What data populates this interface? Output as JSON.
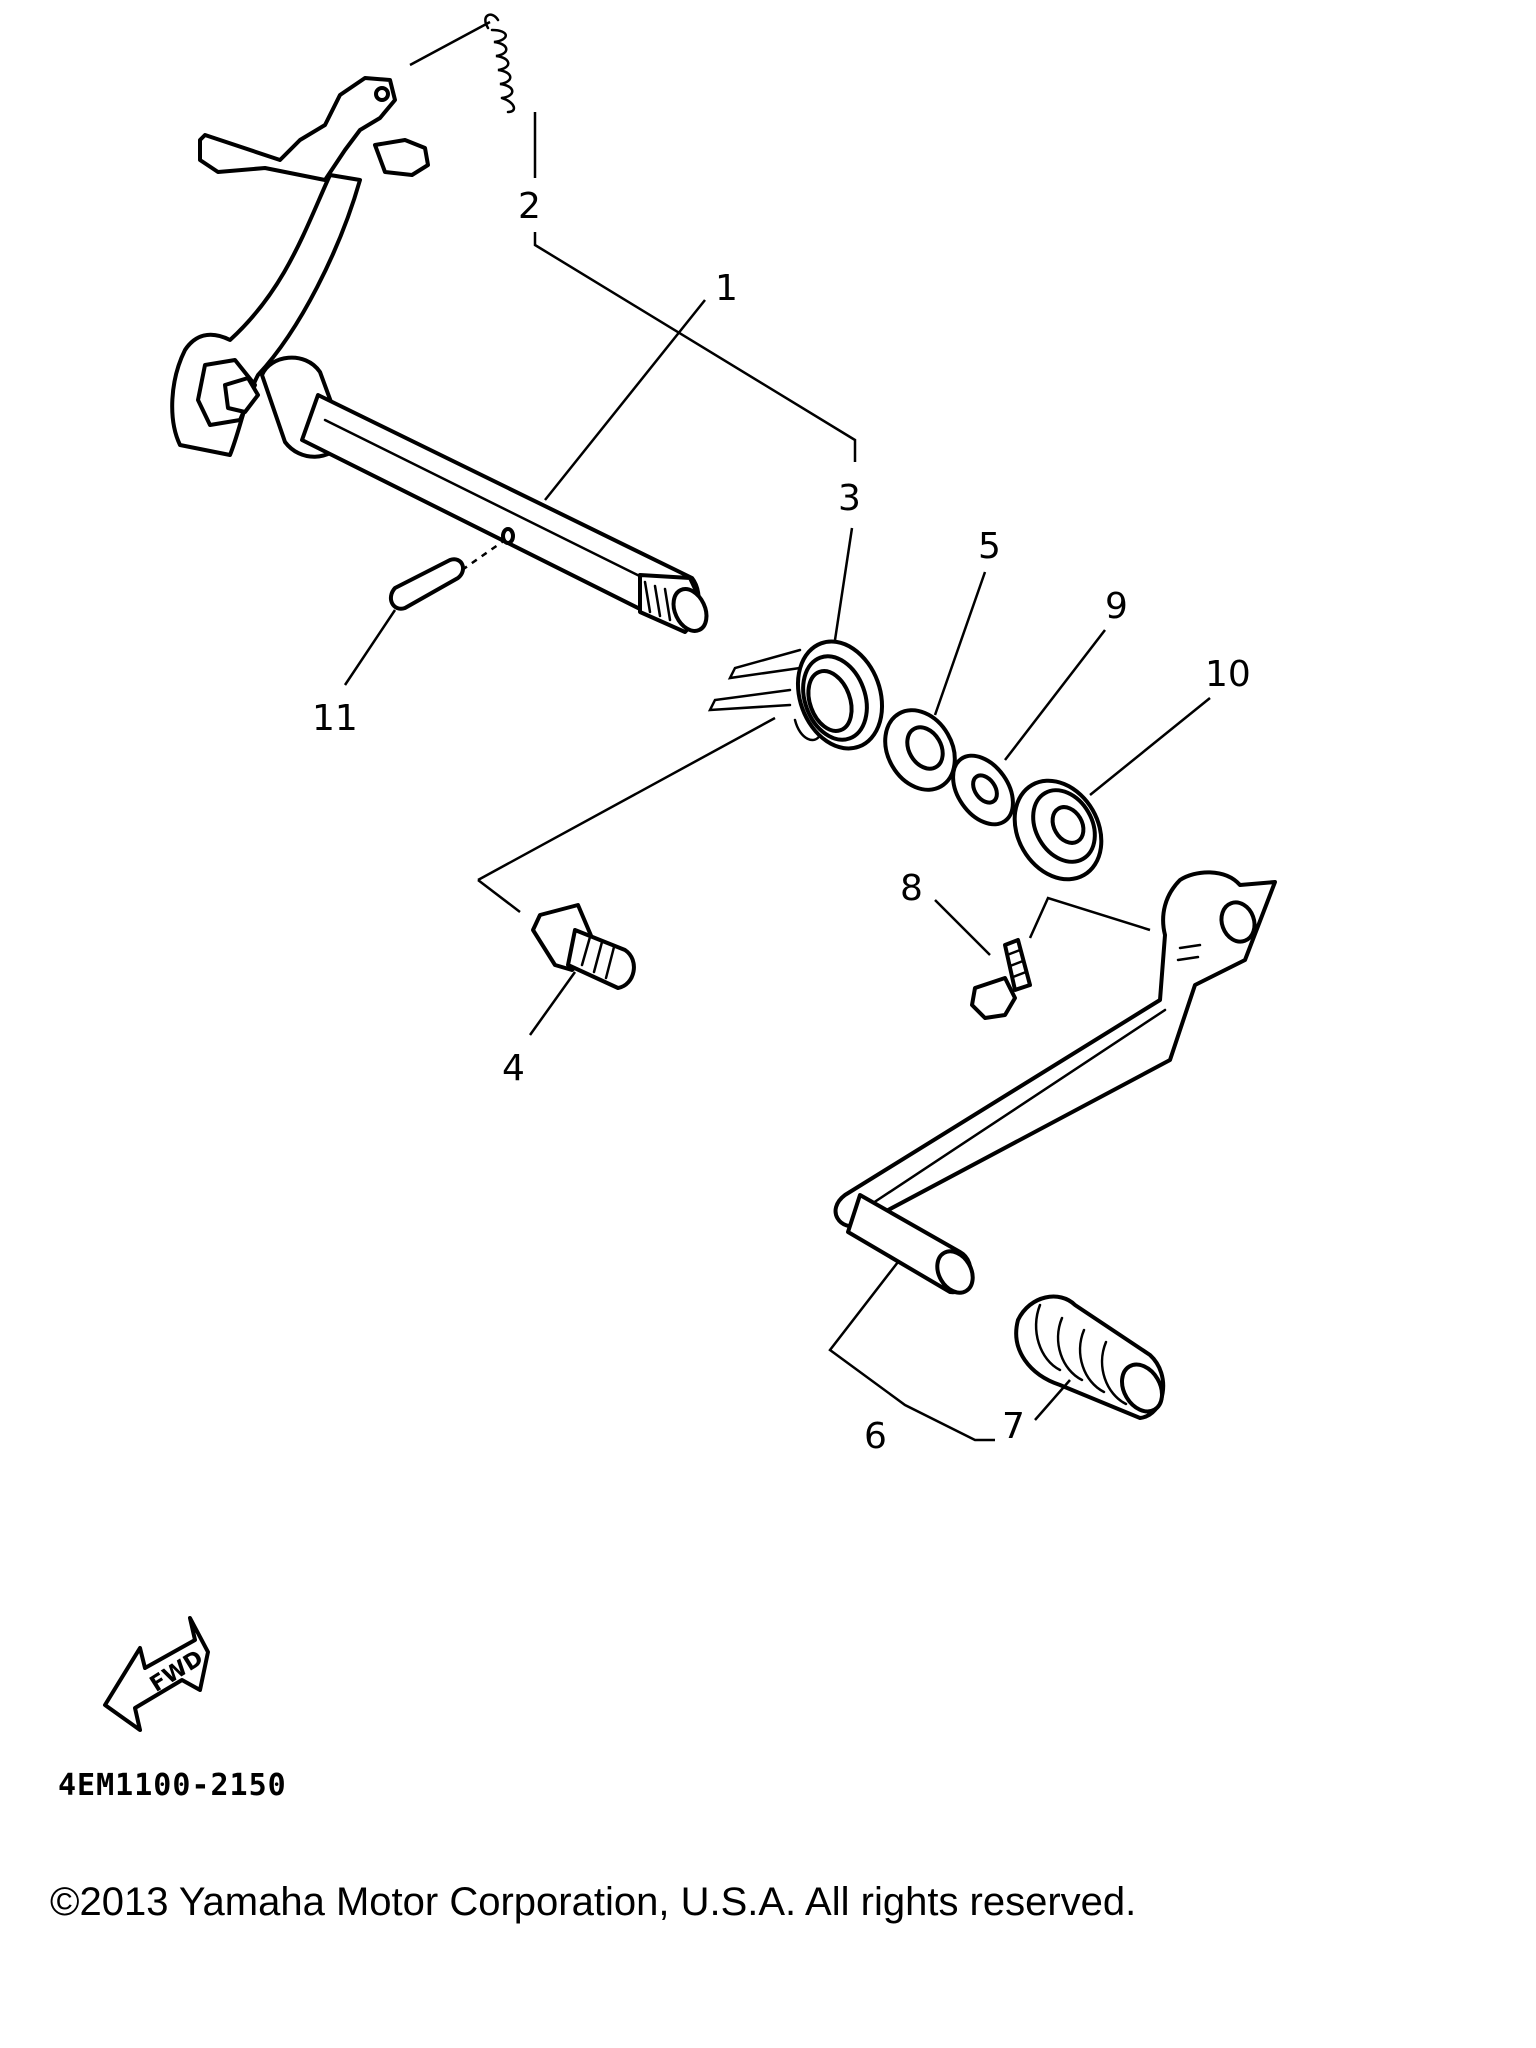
{
  "diagram": {
    "callouts": [
      "1",
      "2",
      "3",
      "4",
      "5",
      "6",
      "7",
      "8",
      "9",
      "10",
      "11"
    ],
    "fwd_label": "FWD",
    "drawing_code": "4EM1100-2150",
    "copyright": "©2013 Yamaha Motor Corporation, U.S.A. All rights reserved."
  }
}
